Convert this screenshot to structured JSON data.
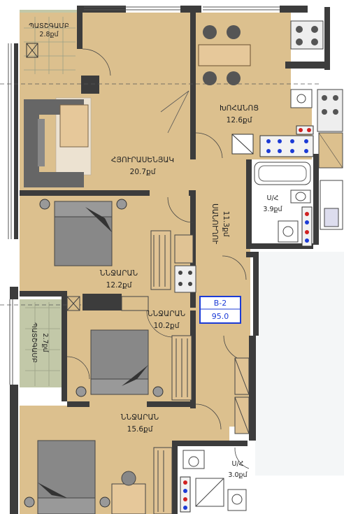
{
  "colors": {
    "room": "#dcc08e",
    "room_alt": "#d9bd8a",
    "balcony": "#c2c8a8",
    "wall": "#3c3c3c",
    "wet": "#ffffff",
    "outside": "#e8eef0",
    "tag_border": "#1c3bd6",
    "tag_text": "#1c3bd6"
  },
  "rooms": {
    "balcony_top": {
      "name": "ՊԱՏՇԳԱՄԲ",
      "area": "2.8քմ"
    },
    "living": {
      "name": "ՀՅՈՒՐԱՍԵՆՅԱԿ",
      "area": "20.7քմ"
    },
    "kitchen": {
      "name": "ԽՈՀԱՆՈՑ",
      "area": "12.6քմ"
    },
    "bathroom_top": {
      "name": "Ս/Հ",
      "area": "3.9քմ"
    },
    "corridor": {
      "name": "ՍԱՆՈՒՂՈՒ",
      "area": "11.3քմ"
    },
    "bedroom_1": {
      "name": "ՆՆՋԱՐԱՆ",
      "area": "12.2քմ"
    },
    "bedroom_2": {
      "name": "ՆՆՋԱՐԱՆ",
      "area": "10.2քմ"
    },
    "balcony_left": {
      "name": "ՊԱՏՇԳԱՄԲ",
      "area": "2.7քմ"
    },
    "bedroom_3": {
      "name": "ՆՆՋԱՐԱՆ",
      "area": "15.6քմ"
    },
    "bathroom_bottom": {
      "name": "Ս/Հ",
      "area": "3.0քմ"
    }
  },
  "apartment_tag": {
    "code": "B-2",
    "area": "95.0"
  }
}
